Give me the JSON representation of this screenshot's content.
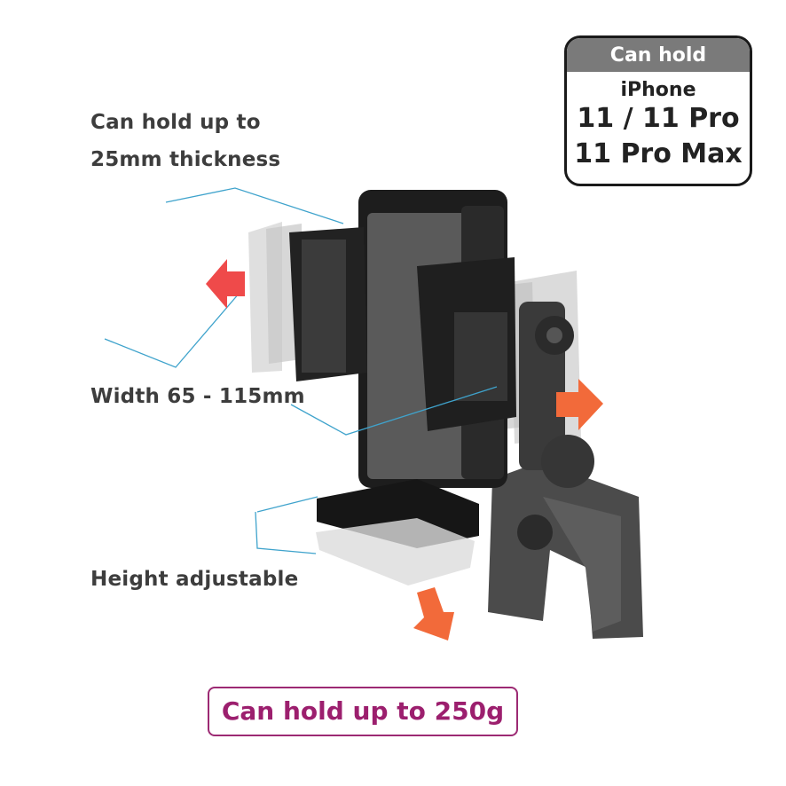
{
  "labels": {
    "thickness_line1": "Can hold up to",
    "thickness_line2": "25mm thickness",
    "width": "Width 65 - 115mm",
    "height": "Height adjustable"
  },
  "compat": {
    "header": "Can hold",
    "line1": "iPhone",
    "line2": "11 / 11 Pro",
    "line3": "11 Pro Max"
  },
  "weight": "Can hold up to 250g",
  "colors": {
    "accent_arrow": "#f26a3a",
    "accent_arrow_red": "#ef4a4a",
    "guide_line": "#3fa3cc",
    "badge_border": "#9c2a73",
    "header_bg": "#7a7a7a"
  }
}
